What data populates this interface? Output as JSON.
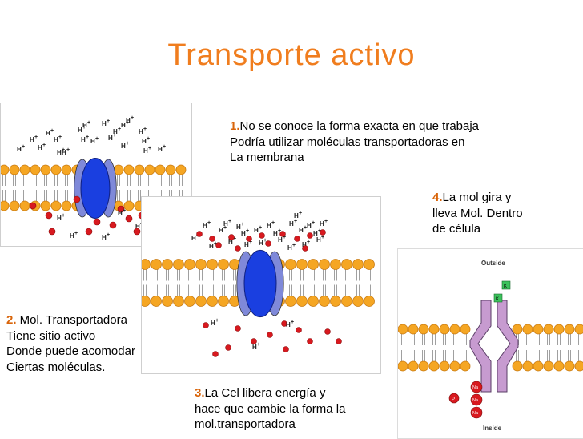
{
  "title": "Transporte activo",
  "notes": {
    "n1": {
      "num": "1.",
      "lines": [
        "No se conoce la forma exacta en que trabaja",
        "Podría utilizar moléculas transportadoras en",
        "La membrana"
      ]
    },
    "n2": {
      "num": "2.",
      "lines": [
        " Mol. Transportadora",
        "Tiene sitio activo",
        "Donde puede acomodar",
        "Ciertas moléculas."
      ]
    },
    "n3": {
      "num": "3.",
      "lines": [
        "La Cel libera energía y",
        "hace que cambie la forma la",
        "mol.transportadora"
      ]
    },
    "n4": {
      "num": "4.",
      "lines": [
        "La mol gira y",
        "lleva Mol. Dentro",
        "de célula"
      ]
    }
  },
  "diagram": {
    "ion_label": "H",
    "ion_charge": "+",
    "outside_label": "Outside",
    "inside_label": "Inside",
    "k_label": "K",
    "na_label": "Na",
    "p_label": "P",
    "colors": {
      "title": "#f07d1e",
      "number": "#d9650b",
      "lipid_head": "#f5a623",
      "lipid_head_edge": "#c87a12",
      "protein": "#1a3fe0",
      "protein_side": "#7f89d9",
      "ion": "#d8191f",
      "transporter4": "#c79bd0",
      "k_box": "#3cc25c",
      "na_ion": "#d8191f"
    }
  }
}
